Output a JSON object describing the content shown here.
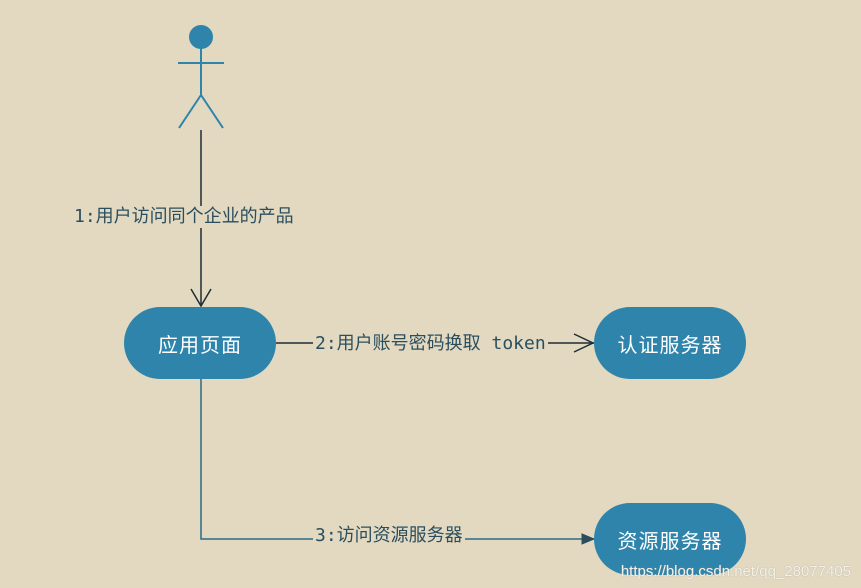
{
  "nodes": {
    "app_page": "应用页面",
    "auth_server": "认证服务器",
    "resource_server": "资源服务器"
  },
  "messages": {
    "step1": "1:用户访问同个企业的产品",
    "step2": "2:用户账号密码换取 token",
    "step3": "3:访问资源服务器"
  },
  "watermark": "https://blog.csdn.net/qq_28077405",
  "colors": {
    "background": "#e2d9c0",
    "node_fill": "#2e84ab",
    "line": "#2b4e5f"
  }
}
